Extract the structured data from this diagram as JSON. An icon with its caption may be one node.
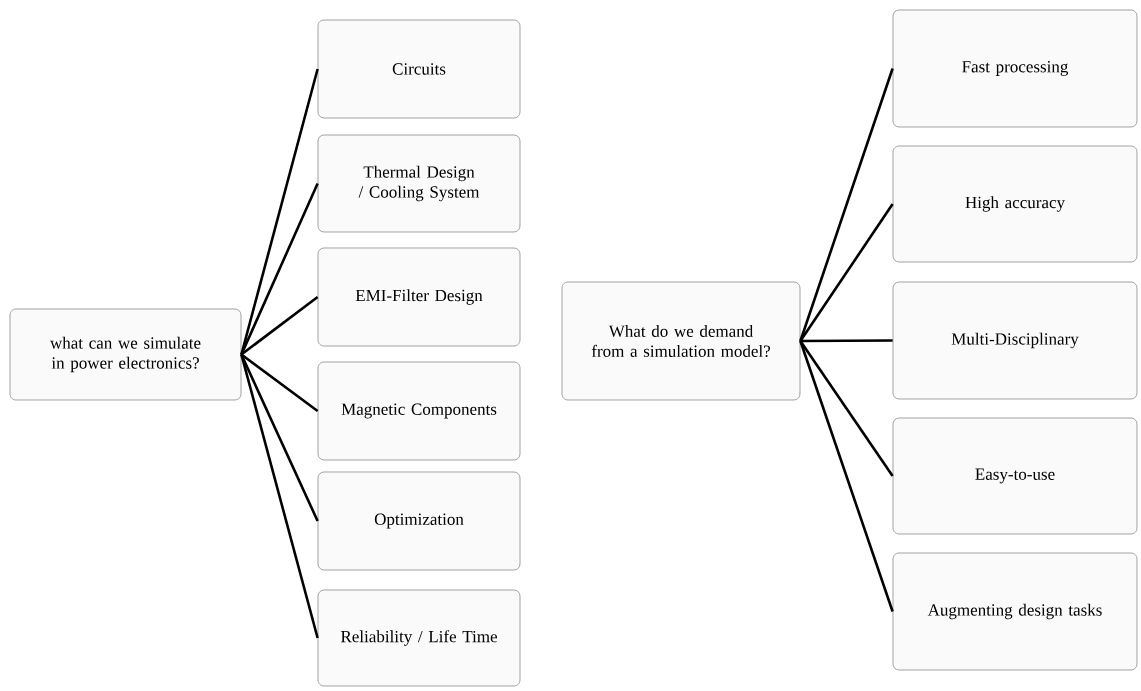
{
  "diagram": {
    "nodes": [
      {
        "text": [
          "what can we simulate in power electronics?"
        ]
      },
      {
        "text": [
          "Circuits"
        ]
      },
      {
        "text": [
          "Thermal Design / Cooling System"
        ]
      },
      {
        "text": [
          "EMI-Filter Design"
        ]
      },
      {
        "text": [
          "Magnetic Components"
        ]
      },
      {
        "text": [
          "Optimization"
        ]
      },
      {
        "text": [
          "Reliability / Life Time"
        ]
      },
      {
        "text": [
          "What do we demand from a simulation model?"
        ]
      },
      {
        "text": [
          "Fast processing"
        ]
      },
      {
        "text": [
          "High accuracy"
        ]
      },
      {
        "text": [
          "Multi-Disciplinary"
        ]
      },
      {
        "text": [
          "Easy-to-use"
        ]
      },
      {
        "text": [
          "Augmenting design tasks"
        ]
      }
    ],
    "edges": [
      {
        "from": 0,
        "to": 1,
        "arrow": "none"
      },
      {
        "from": 0,
        "to": 2,
        "arrow": "none"
      },
      {
        "from": 0,
        "to": 3,
        "arrow": "none"
      },
      {
        "from": 0,
        "to": 4,
        "arrow": "none"
      },
      {
        "from": 0,
        "to": 5,
        "arrow": "none"
      },
      {
        "from": 0,
        "to": 6,
        "arrow": "none"
      },
      {
        "from": 7,
        "to": 8,
        "arrow": "none"
      },
      {
        "from": 7,
        "to": 9,
        "arrow": "none"
      },
      {
        "from": 7,
        "to": 10,
        "arrow": "none"
      },
      {
        "from": 7,
        "to": 11,
        "arrow": "none"
      },
      {
        "from": 7,
        "to": 12,
        "arrow": "none"
      }
    ]
  }
}
